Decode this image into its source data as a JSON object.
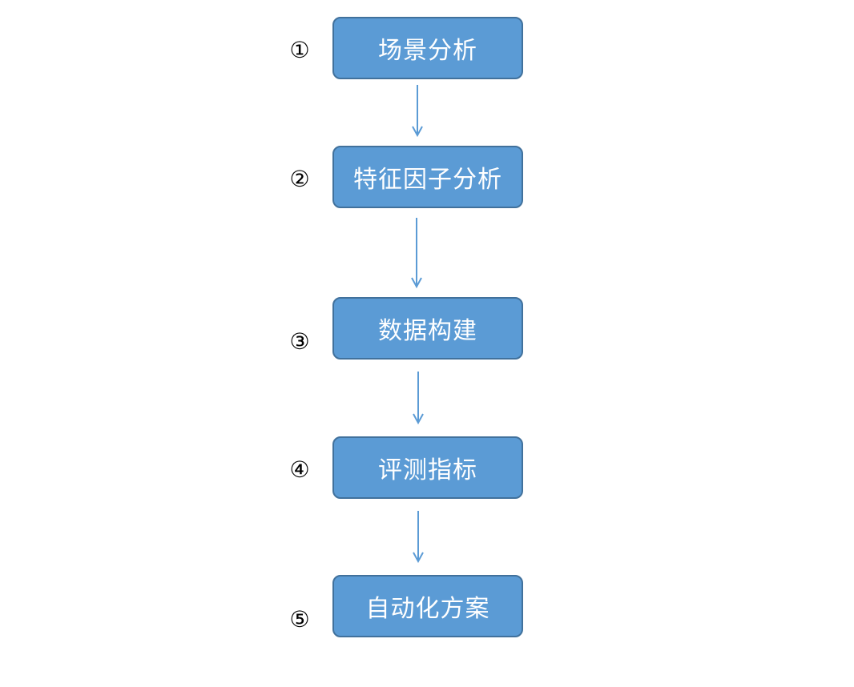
{
  "flowchart": {
    "steps": [
      {
        "number": "①",
        "label": "场景分析"
      },
      {
        "number": "②",
        "label": "特征因子分析"
      },
      {
        "number": "③",
        "label": "数据构建"
      },
      {
        "number": "④",
        "label": "评测指标"
      },
      {
        "number": "⑤",
        "label": "自动化方案"
      }
    ]
  },
  "colors": {
    "box_fill": "#5b9bd5",
    "box_border": "#41719c",
    "arrow": "#5b9bd5",
    "label_text": "#ffffff",
    "number_text": "#000000"
  }
}
